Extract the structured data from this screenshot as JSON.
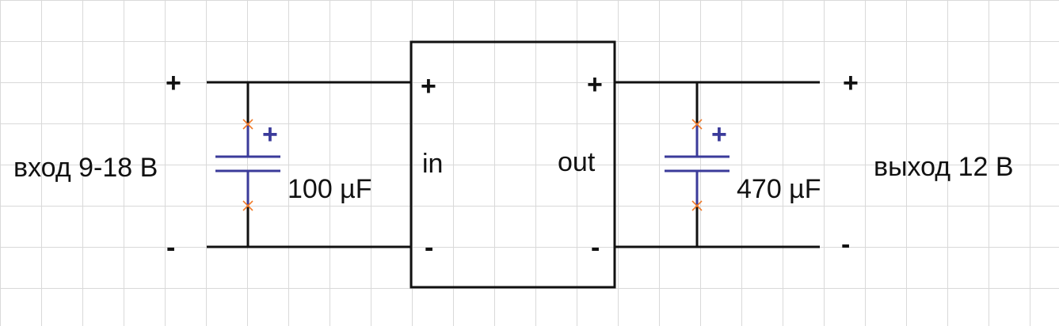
{
  "colors": {
    "wire": "#111111",
    "capacitor": "#3b3b9a",
    "marker": "#f07a2a",
    "grid": "#d9d9d9"
  },
  "input": {
    "label": "вход 9-18 В",
    "plus": "+",
    "minus": "-"
  },
  "output": {
    "label": "выход 12 В",
    "plus": "+",
    "minus": "-"
  },
  "regulator": {
    "in_label": "in",
    "out_label": "out",
    "in_plus": "+",
    "in_minus": "-",
    "out_plus": "+",
    "out_minus": "-"
  },
  "capacitors": [
    {
      "value": "100 µF",
      "polarity": "+"
    },
    {
      "value": "470 µF",
      "polarity": "+"
    }
  ]
}
